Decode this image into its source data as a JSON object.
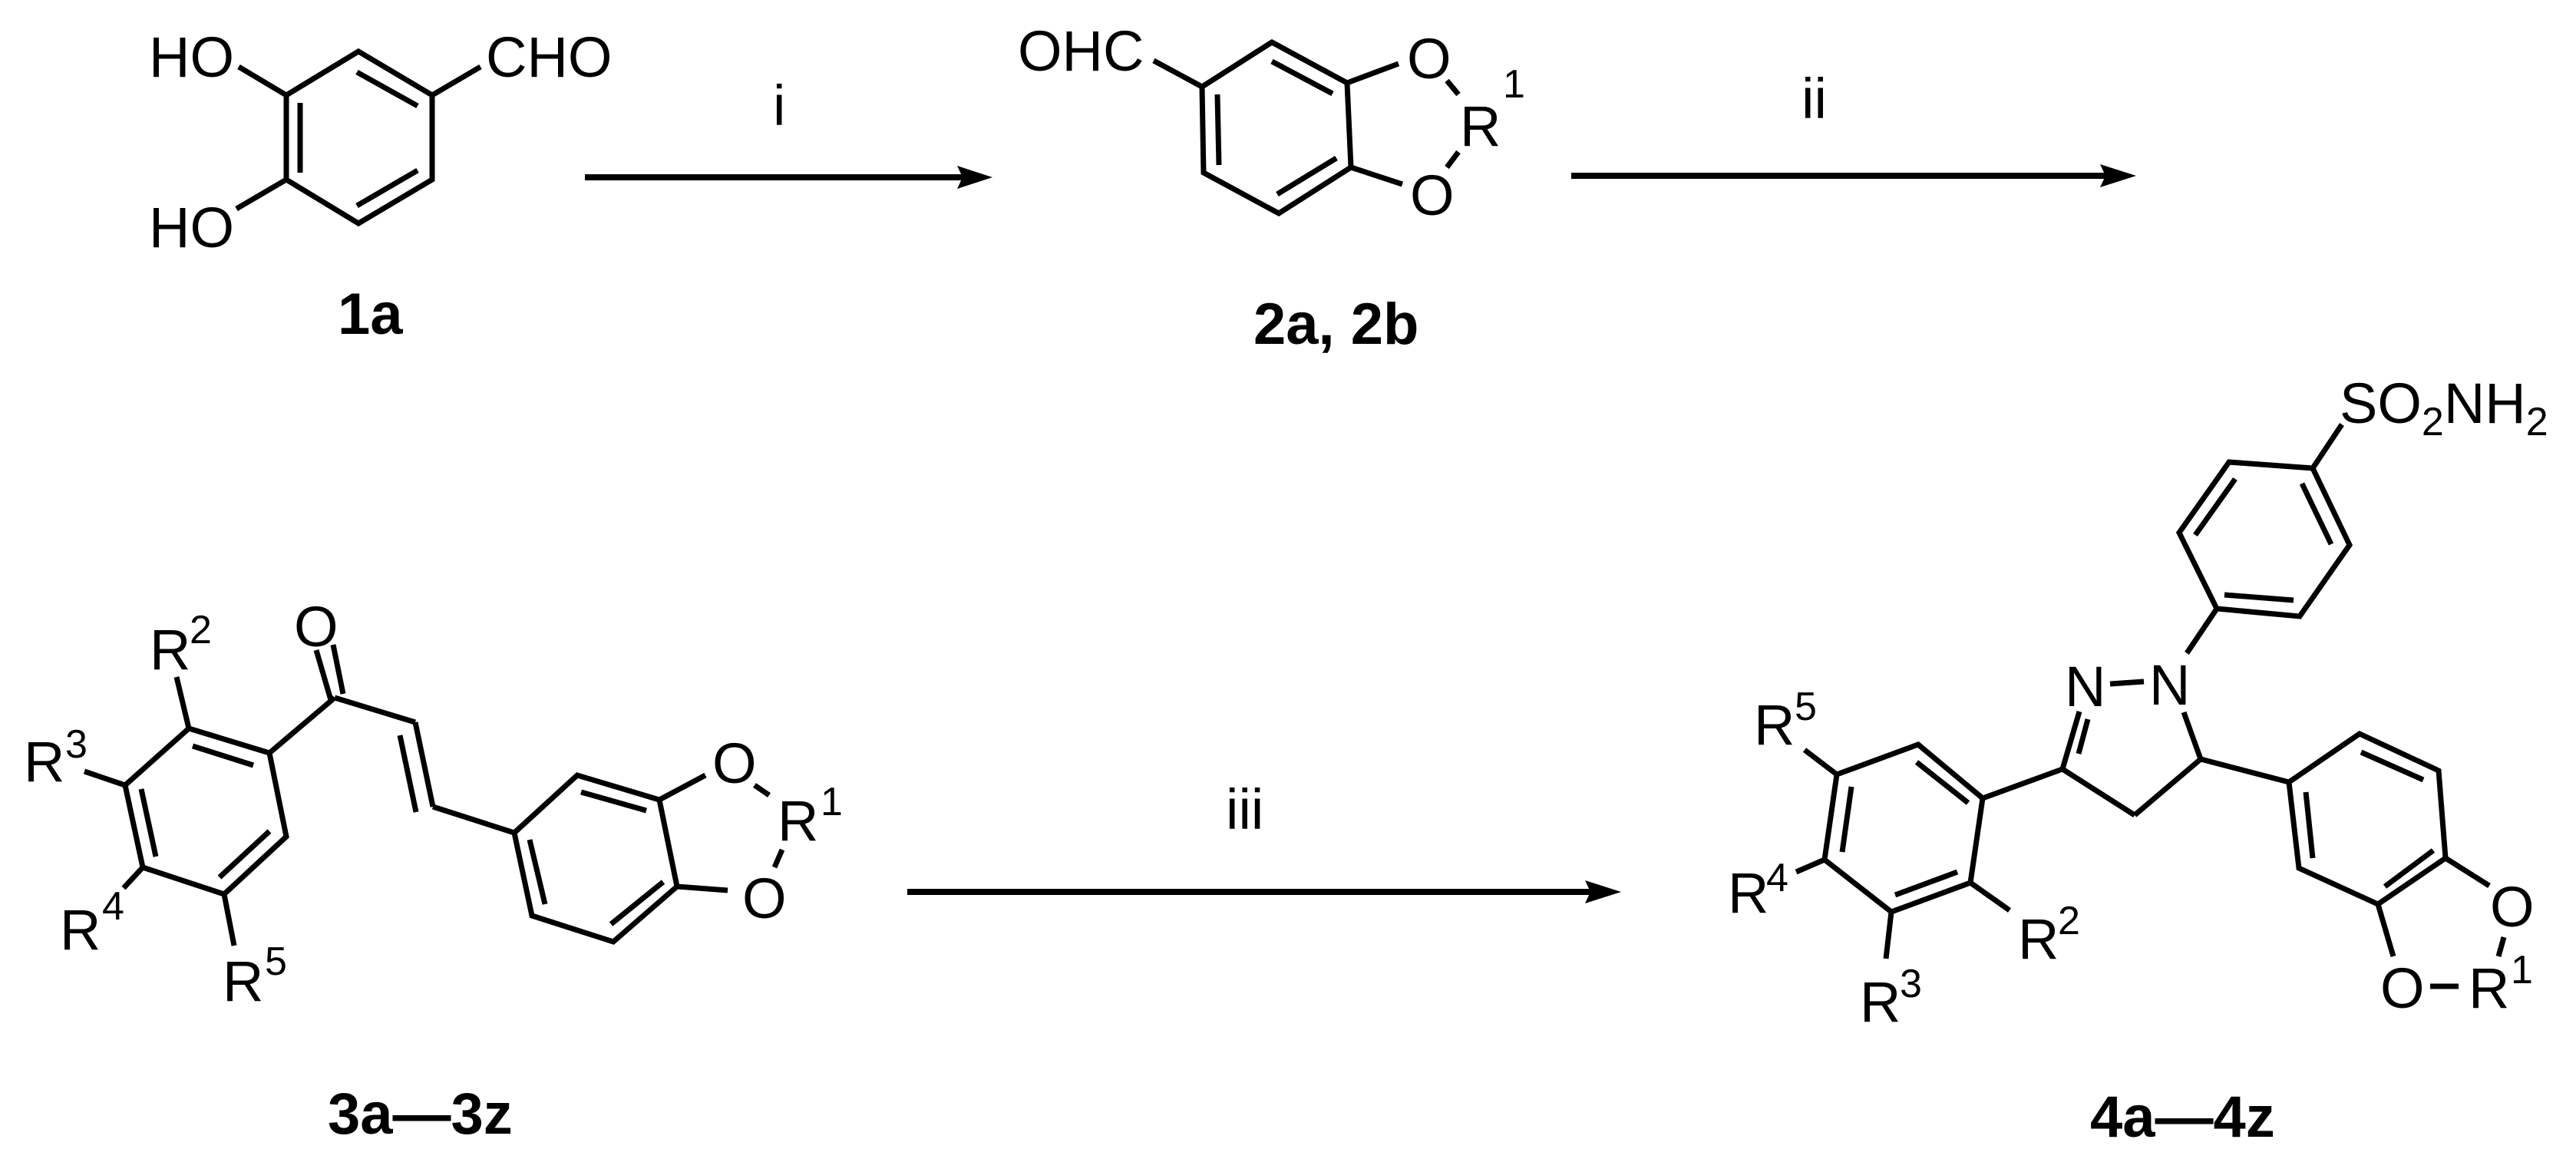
{
  "scheme": {
    "type": "reaction-scheme",
    "steps": [
      {
        "id": "step-1",
        "reagent_label": "i",
        "from": "1a",
        "to": "2a, 2b"
      },
      {
        "id": "step-2",
        "reagent_label": "ii",
        "from": "2a, 2b",
        "to": "3a—3z"
      },
      {
        "id": "step-3",
        "reagent_label": "iii",
        "from": "3a—3z",
        "to": "4a—4z"
      }
    ]
  },
  "compounds": {
    "c1a": {
      "label": "1a",
      "groups": {
        "ho_top": "HO",
        "ho_bottom": "HO",
        "cho": "CHO"
      }
    },
    "c2": {
      "label": "2a, 2b",
      "groups": {
        "ohc": "OHC",
        "o_top": "O",
        "o_bottom": "O",
        "r": "R",
        "r_sup": "1"
      }
    },
    "c3": {
      "label": "3a—3z",
      "groups": {
        "carbonyl_o": "O",
        "r2": "R",
        "r2_sup": "2",
        "r3": "R",
        "r3_sup": "3",
        "r4": "R",
        "r4_sup": "4",
        "r5": "R",
        "r5_sup": "5",
        "o_top": "O",
        "o_bottom": "O",
        "r1": "R",
        "r1_sup": "1"
      }
    },
    "c4": {
      "label": "4a—4z",
      "groups": {
        "s": "SO",
        "s_sub": "2",
        "nh": "NH",
        "nh_sub": "2",
        "n2": "N",
        "n1": "N",
        "r5": "R",
        "r5_sup": "5",
        "r4": "R",
        "r4_sup": "4",
        "r3": "R",
        "r3_sup": "3",
        "r2": "R",
        "r2_sup": "2",
        "o_top": "O",
        "o_bottom": "O",
        "r1": "R",
        "r1_sup": "1"
      }
    }
  },
  "arrows": {
    "step1_label": "i",
    "step2_label": "ii",
    "step3_label": "iii"
  },
  "colors": {
    "ink": "#000000",
    "background": "#ffffff"
  }
}
